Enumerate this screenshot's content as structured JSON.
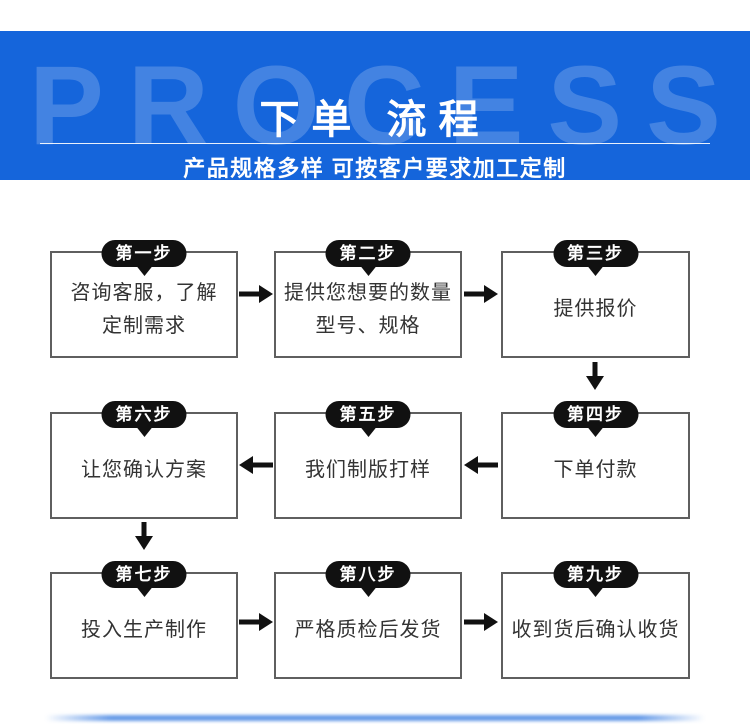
{
  "banner": {
    "watermark": "PROCESS",
    "title": "下单 流程",
    "subtitle": "产品规格多样 可按客户要求加工定制",
    "bg_color": "#1565db",
    "watermark_color": "rgba(255,255,255,0.2)",
    "text_color": "#ffffff"
  },
  "steps": [
    {
      "badge": "第一步",
      "lines": [
        "咨询客服，了解",
        "定制需求"
      ]
    },
    {
      "badge": "第二步",
      "lines": [
        "提供您想要的数量",
        "型号、规格"
      ]
    },
    {
      "badge": "第三步",
      "lines": [
        "提供报价"
      ]
    },
    {
      "badge": "第四步",
      "lines": [
        "下单付款"
      ]
    },
    {
      "badge": "第五步",
      "lines": [
        "我们制版打样"
      ]
    },
    {
      "badge": "第六步",
      "lines": [
        "让您确认方案"
      ]
    },
    {
      "badge": "第七步",
      "lines": [
        "投入生产制作"
      ]
    },
    {
      "badge": "第八步",
      "lines": [
        "严格质检后发货"
      ]
    },
    {
      "badge": "第九步",
      "lines": [
        "收到货后确认收货"
      ]
    }
  ],
  "colors": {
    "badge_bg": "#111111",
    "box_border": "#5f5f5f",
    "box_text": "#333333",
    "arrow": "#111111"
  }
}
